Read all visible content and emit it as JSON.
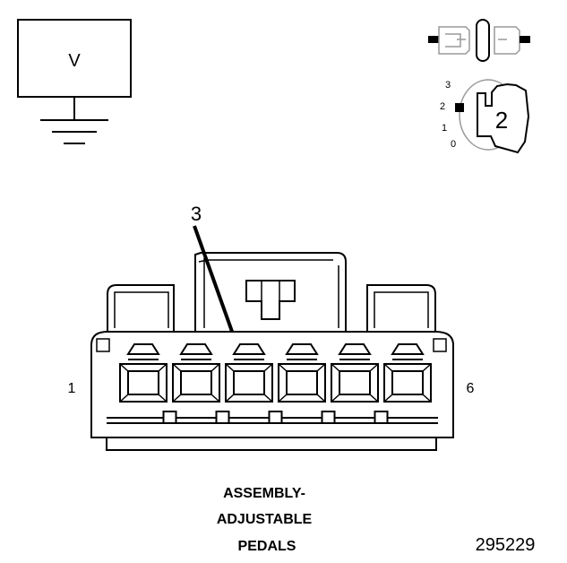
{
  "meter": {
    "label": "V"
  },
  "ignition": {
    "positions": [
      "3",
      "2",
      "1",
      "0"
    ],
    "selected": "2"
  },
  "callout": {
    "label": "3"
  },
  "connector": {
    "pin_left": "1",
    "pin_right": "6",
    "cavity_count": 6
  },
  "caption": {
    "line1": "ASSEMBLY-",
    "line2": "ADJUSTABLE",
    "line3": "PEDALS"
  },
  "figure_id": "295229"
}
